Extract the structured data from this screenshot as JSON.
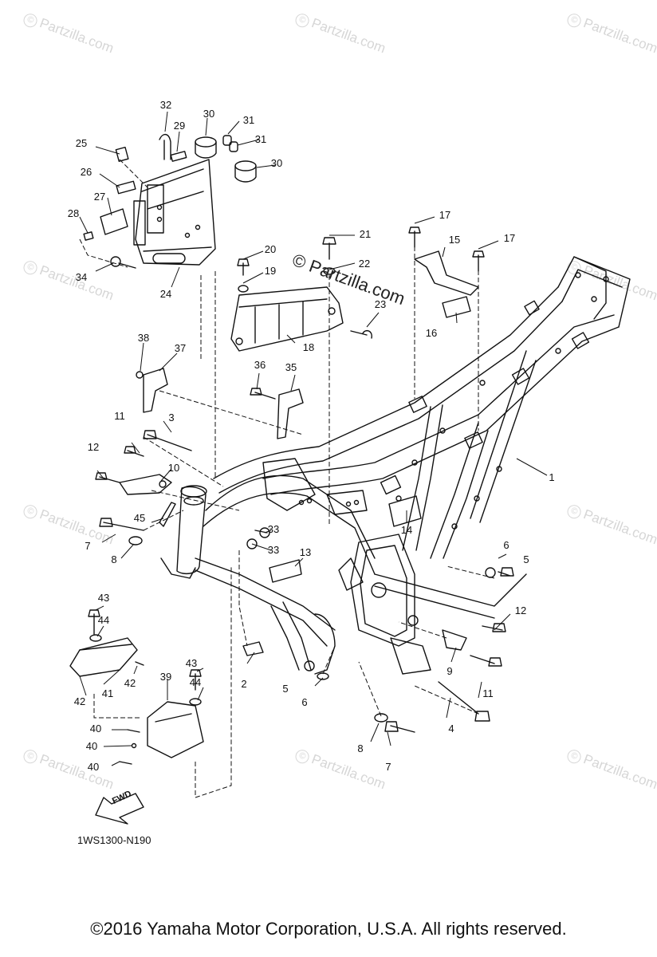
{
  "watermark": {
    "text": "Partzilla.com",
    "symbol": "©"
  },
  "center_watermark": "© Partzilla.com",
  "diagram_code": "1WS1300-N190",
  "fwd_label": "FWD",
  "copyright": "©2016  Yamaha Motor Corporation, U.S.A. All rights reserved.",
  "callouts": [
    "1",
    "2",
    "3",
    "4",
    "5",
    "6",
    "7",
    "8",
    "9",
    "10",
    "11",
    "12",
    "13",
    "14",
    "15",
    "16",
    "17",
    "18",
    "19",
    "20",
    "21",
    "22",
    "23",
    "24",
    "25",
    "26",
    "27",
    "28",
    "29",
    "30",
    "31",
    "32",
    "33",
    "34",
    "35",
    "36",
    "37",
    "38",
    "39",
    "40",
    "41",
    "42",
    "43",
    "44",
    "45"
  ],
  "colors": {
    "line": "#111111",
    "watermark": "#d6d6d6",
    "background": "#ffffff"
  }
}
